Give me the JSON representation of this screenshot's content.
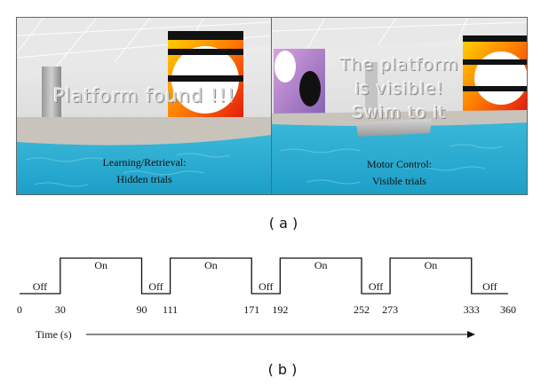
{
  "panels": [
    {
      "overlay_lines": [
        "Platform  found  !!!"
      ],
      "caption_lines": [
        "Learning/Retrieval:",
        "Hidden trials"
      ]
    },
    {
      "overlay_lines": [
        "The  platform",
        "is  visible!",
        "Swim  to  it"
      ],
      "caption_lines": [
        "Motor Control:",
        "Visible trials"
      ]
    }
  ],
  "label_a": "( a )",
  "label_b": "( b )",
  "chart_data": {
    "type": "timeline",
    "xlabel": "Time (s)",
    "xlim": [
      0,
      360
    ],
    "ticks": [
      0,
      30,
      90,
      111,
      171,
      192,
      252,
      273,
      333,
      360
    ],
    "segments": [
      {
        "start": 0,
        "end": 30,
        "state": "Off"
      },
      {
        "start": 30,
        "end": 90,
        "state": "On"
      },
      {
        "start": 90,
        "end": 111,
        "state": "Off"
      },
      {
        "start": 111,
        "end": 171,
        "state": "On"
      },
      {
        "start": 171,
        "end": 192,
        "state": "Off"
      },
      {
        "start": 192,
        "end": 252,
        "state": "On"
      },
      {
        "start": 252,
        "end": 273,
        "state": "Off"
      },
      {
        "start": 273,
        "end": 333,
        "state": "On"
      },
      {
        "start": 333,
        "end": 360,
        "state": "Off"
      }
    ]
  }
}
